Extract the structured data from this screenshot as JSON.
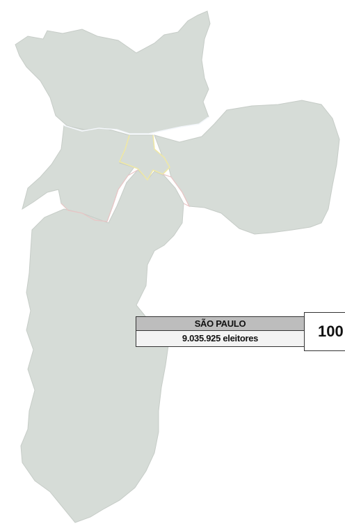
{
  "map": {
    "regions": [
      "north",
      "east",
      "west",
      "center",
      "south"
    ],
    "colors": {
      "region_fill": "#d6dcd7",
      "region_border_white": "#f4f7fb",
      "region_border_yellow": "#efe8a6",
      "region_border_pink": "#e9c5c5",
      "label_header_bg": "#bdbdbd",
      "label_body_bg": "#f3f3f3"
    }
  },
  "city_label": {
    "name": "SÃO PAULO",
    "voters": "9.035.925 eleitores",
    "percentage": "100"
  }
}
